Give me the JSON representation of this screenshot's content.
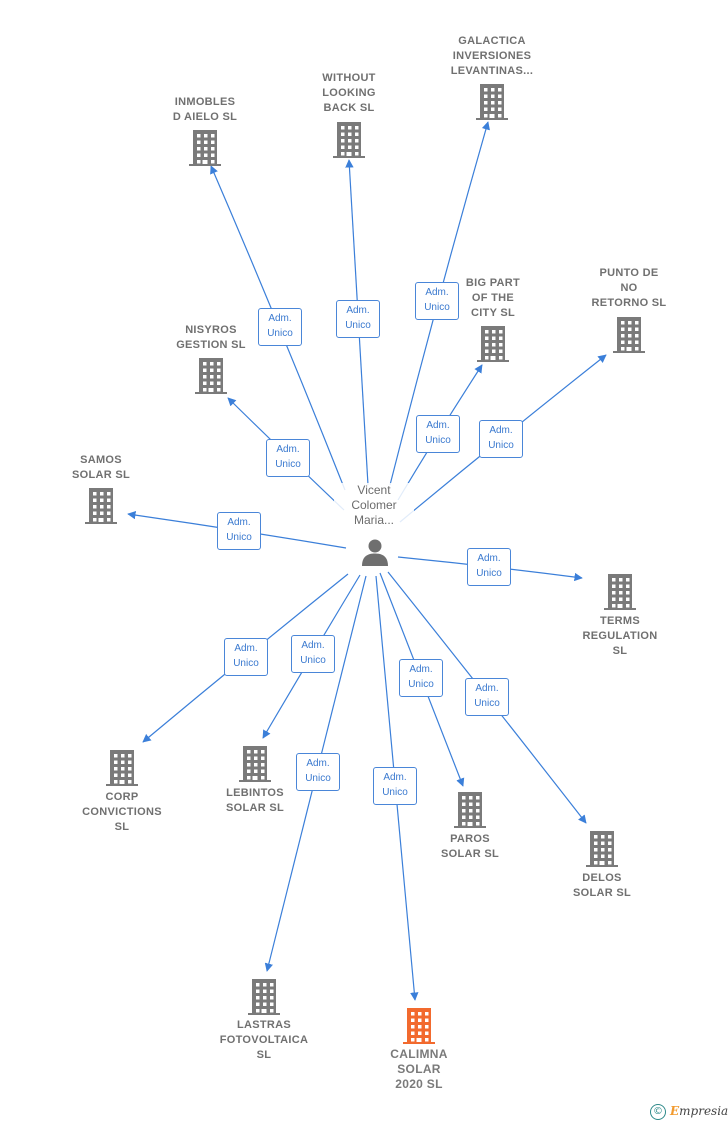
{
  "center": {
    "name": "Vicent Colomer Maria...",
    "name_lines": [
      "Vicent",
      "Colomer",
      "Maria..."
    ]
  },
  "role": {
    "line1": "Adm.",
    "line2": "Unico"
  },
  "colors": {
    "edge": "#3b7fd9",
    "building": "#7a7a7a",
    "building_highlight": "#f26a2e",
    "label": "#707070"
  },
  "companies": [
    {
      "id": "inmobles",
      "name": "INMOBLES\nD AIELO SL"
    },
    {
      "id": "without",
      "name": "WITHOUT\nLOOKING\nBACK SL"
    },
    {
      "id": "galactica",
      "name": "GALACTICA\nINVERSIONES\nLEVANTINAS..."
    },
    {
      "id": "bigpart",
      "name": "BIG PART\nOF THE\nCITY  SL"
    },
    {
      "id": "punto",
      "name": "PUNTO DE\nNO\nRETORNO SL"
    },
    {
      "id": "nisyros",
      "name": "NISYROS\nGESTION  SL"
    },
    {
      "id": "samos",
      "name": "SAMOS\nSOLAR  SL"
    },
    {
      "id": "terms",
      "name": "TERMS\nREGULATION\nSL"
    },
    {
      "id": "corp",
      "name": "CORP\nCONVICTIONS\nSL"
    },
    {
      "id": "lebintos",
      "name": "LEBINTOS\nSOLAR  SL"
    },
    {
      "id": "paros",
      "name": "PAROS\nSOLAR  SL"
    },
    {
      "id": "delos",
      "name": "DELOS\nSOLAR  SL"
    },
    {
      "id": "lastras",
      "name": "LASTRAS\nFOTOVOLTAICA\nSL"
    },
    {
      "id": "calimna",
      "name": "CALIMNA\nSOLAR\n2020  SL",
      "highlight": true
    }
  ],
  "footer": {
    "copyright": "©",
    "brand_first": "E",
    "brand_rest": "mpresia"
  }
}
